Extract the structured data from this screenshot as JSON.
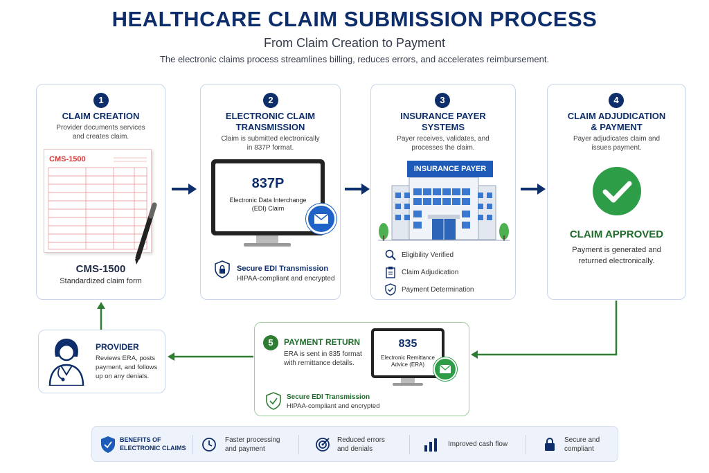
{
  "header": {
    "title": "HEALTHCARE CLAIM SUBMISSION PROCESS",
    "subtitle": "From Claim Creation to Payment",
    "tagline": "The electronic claims process streamlines billing, reduces errors, and accelerates reimbursement."
  },
  "steps": [
    {
      "number": "1",
      "title": "CLAIM CREATION",
      "desc_line1": "Provider documents services",
      "desc_line2": "and creates claim.",
      "form_label": "CMS-1500",
      "caption_title": "CMS-1500",
      "caption_sub": "Standardized claim form"
    },
    {
      "number": "2",
      "title_line1": "ELECTRONIC CLAIM",
      "title_line2": "TRANSMISSION",
      "desc_line1": "Claim is submitted electronically",
      "desc_line2": "in 837P format.",
      "screen_code": "837P",
      "screen_line1": "Electronic Data Interchange",
      "screen_line2": "(EDI) Claim",
      "secure_title": "Secure EDI Transmission",
      "secure_sub": "HIPAA-compliant and encrypted"
    },
    {
      "number": "3",
      "title_line1": "INSURANCE PAYER",
      "title_line2": "SYSTEMS",
      "desc_line1": "Payer receives, validates, and",
      "desc_line2": "processes the claim.",
      "building_sign": "INSURANCE PAYER",
      "checks": [
        "Eligibility Verified",
        "Claim Adjudication",
        "Payment Determination"
      ]
    },
    {
      "number": "4",
      "title_line1": "CLAIM ADJUDICATION",
      "title_line2": "& PAYMENT",
      "desc_line1": "Payer adjudicates claim and",
      "desc_line2": "issues payment.",
      "status": "CLAIM APPROVED",
      "status_line1": "Payment is generated and",
      "status_line2": "returned electronically."
    },
    {
      "number": "5",
      "title": "PAYMENT RETURN",
      "desc_line1": "ERA is sent in 835 format",
      "desc_line2": "with remittance details.",
      "screen_code": "835",
      "screen_line1": "Electronic Remittance",
      "screen_line2": "Advice (ERA)",
      "secure_title": "Secure EDI Transmission",
      "secure_sub": "HIPAA-compliant and encrypted"
    }
  ],
  "provider": {
    "title": "PROVIDER",
    "line1": "Reviews ERA, posts",
    "line2": "payment, and follows",
    "line3": "up on any denials."
  },
  "benefits": {
    "title_line1": "BENEFITS OF",
    "title_line2": "ELECTRONIC CLAIMS",
    "items": [
      {
        "line1": "Faster processing",
        "line2": "and payment",
        "icon": "clock-icon"
      },
      {
        "line1": "Reduced errors",
        "line2": "and denials",
        "icon": "target-icon"
      },
      {
        "line1": "Improved cash flow",
        "line2": "",
        "icon": "bar-chart-icon"
      },
      {
        "line1": "Secure and",
        "line2": "compliant",
        "icon": "lock-icon"
      }
    ]
  },
  "colors": {
    "navy": "#0d2d6b",
    "green": "#2e7d32",
    "form_red": "#d23b3b",
    "card_border": "#c7d6ec"
  }
}
